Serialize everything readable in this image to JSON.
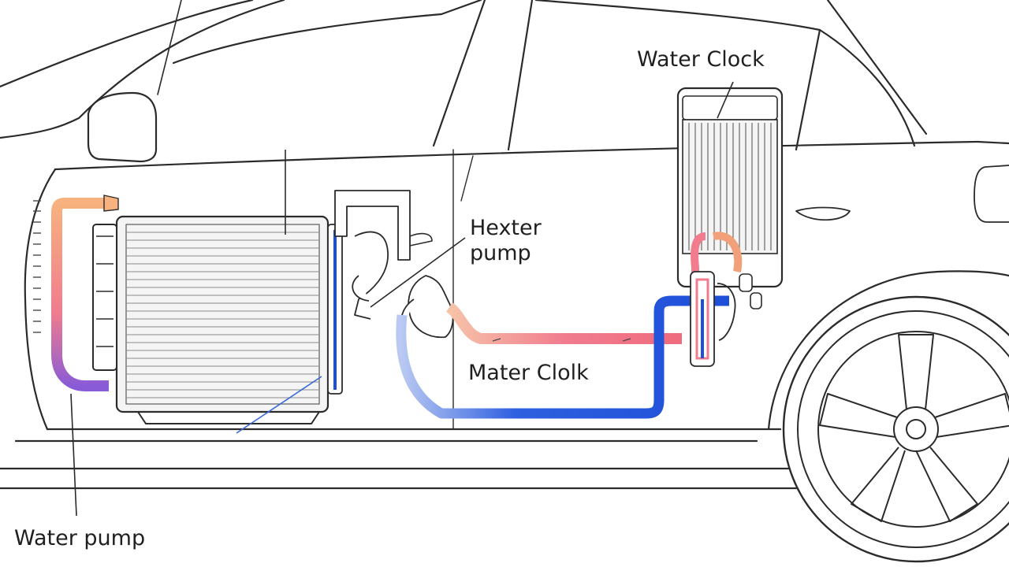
{
  "labels": {
    "water_clock": "Water Clock",
    "heater_pump": "Hexter\npump",
    "mater_clolk": "Mater Clolk",
    "water_pump": "Water pump"
  },
  "colors": {
    "outline": "#2b2b2b",
    "hot_coolant": "#f2a07a",
    "hot_coolant_alt": "#f07c8e",
    "cold_coolant": "#1e4fd8",
    "radiator_fill": "#f4f4f4"
  },
  "icons": {
    "car_body": "car-side-outline",
    "radiator": "radiator",
    "heater_core": "heater-core",
    "wheel": "alloy-wheel"
  }
}
